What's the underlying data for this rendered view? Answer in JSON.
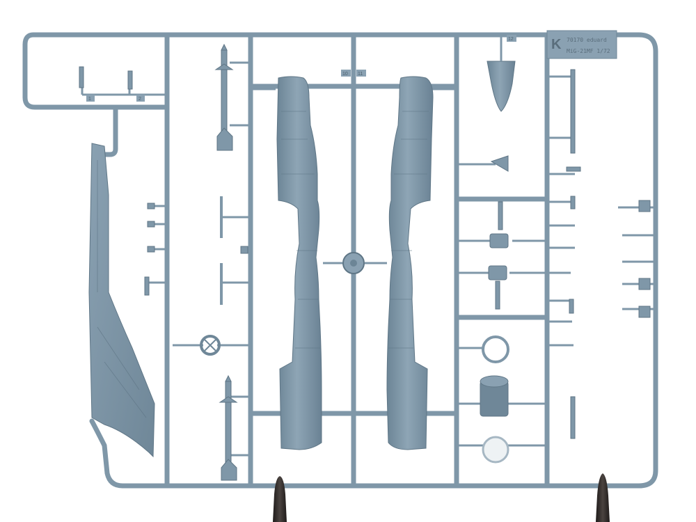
{
  "image": {
    "subject": "sprue",
    "colors": {
      "background": "#ffffff",
      "plastic": "#7f97a8",
      "plastic_light": "#9fb3c2",
      "plastic_shadow": "#5f7686",
      "stand": "#2e2a28"
    }
  },
  "sprue": {
    "letter": "K",
    "code_line_1": "70170 eduard",
    "code_line_2": "MiG-21MF 1/72"
  },
  "part_numbers": {
    "top_left_1": "1",
    "top_left_2": "2",
    "fuselage_left": "10",
    "fuselage_right": "11",
    "nose_cone": "12"
  }
}
